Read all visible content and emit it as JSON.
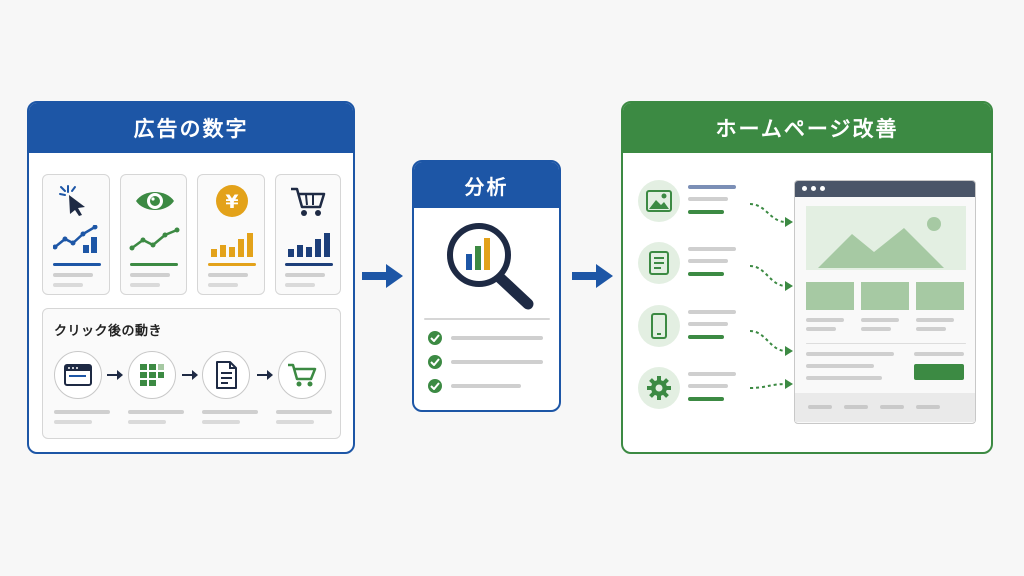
{
  "panels": {
    "ad": {
      "title": "広告の数字",
      "flow_label": "クリック後の動き"
    },
    "analysis": {
      "title": "分析"
    },
    "homepage": {
      "title": "ホームページ改善"
    }
  },
  "icons": {
    "ad_cards": [
      "cursor-click-icon",
      "eye-icon",
      "yen-coin-icon",
      "shopping-cart-icon"
    ],
    "ad_cards_yen_glyph": "¥",
    "flow_steps": [
      "browser-window-icon",
      "grid-blocks-icon",
      "document-icon",
      "shopping-cart-icon"
    ],
    "analysis": "magnifier-chart-icon",
    "homepage_items": [
      "image-icon",
      "document-icon",
      "smartphone-icon",
      "gear-icon"
    ]
  },
  "colors": {
    "blue": "#1d56a6",
    "green": "#3c8a43",
    "gold": "#e3a21a",
    "light_green": "#a6c9a3"
  }
}
